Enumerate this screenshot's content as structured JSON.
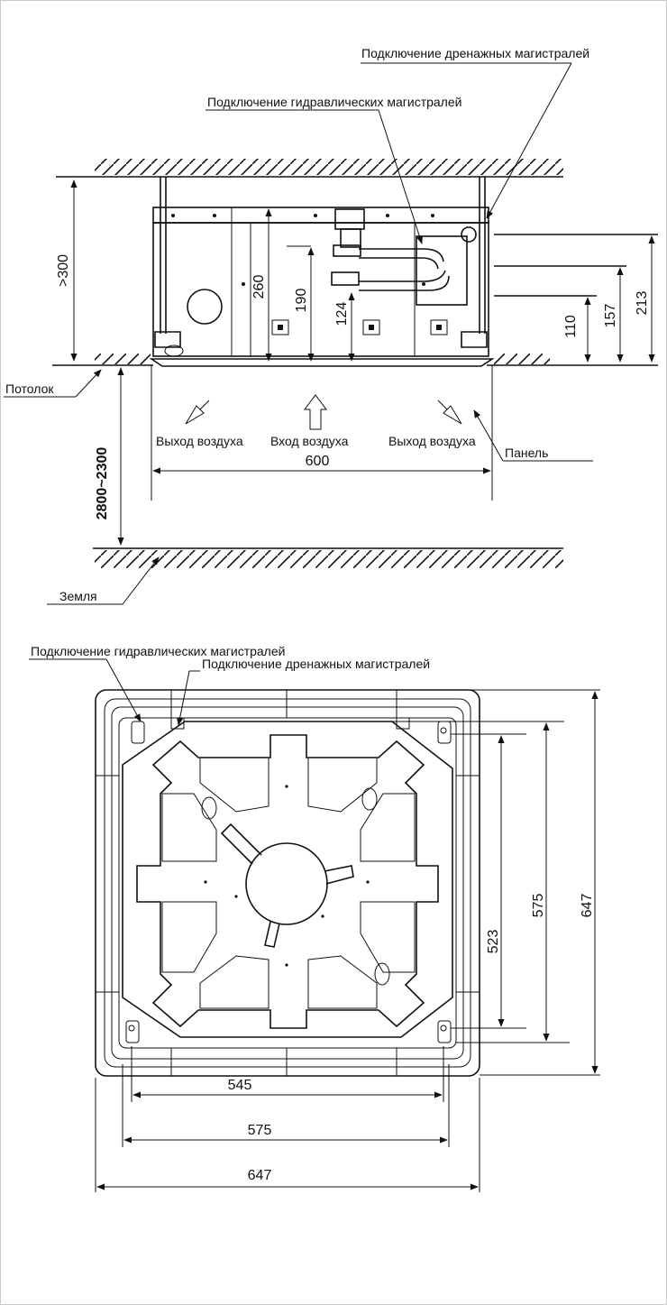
{
  "side_view": {
    "labels": {
      "drain_connection": "Подключение дренажных магистралей",
      "hydraulic_connection": "Подключение гидравлических магистралей",
      "ceiling": "Потолок",
      "ground": "Земля",
      "panel": "Панель",
      "air_out_left": "Выход воздуха",
      "air_in": "Вход воздуха",
      "air_out_right": "Выход воздуха"
    },
    "dimensions": {
      "clearance_top": ">300",
      "height_260": "260",
      "height_190": "190",
      "height_124": "124",
      "height_110": "110",
      "height_157": "157",
      "height_213": "213",
      "install_height": "2800~2300",
      "width_600": "600"
    }
  },
  "top_view": {
    "labels": {
      "hydraulic_connection": "Подключение гидравлических магистралей",
      "drain_connection": "Подключение дренажных магистралей"
    },
    "dimensions": {
      "h_545": "545",
      "h_575": "575",
      "h_647": "647",
      "v_523": "523",
      "v_575": "575",
      "v_647": "647"
    }
  }
}
